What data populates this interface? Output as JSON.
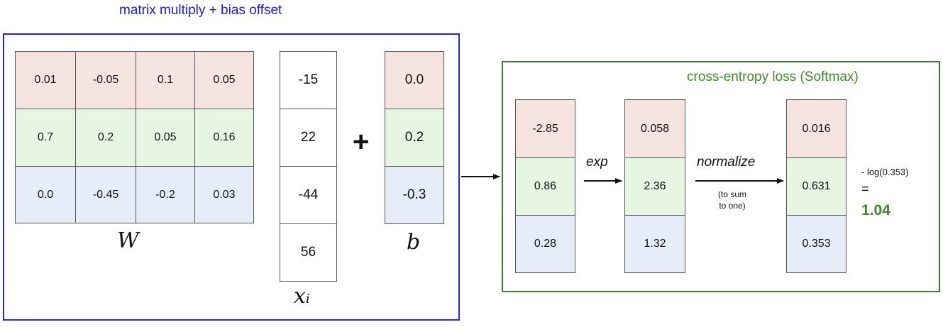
{
  "titles": {
    "left": "matrix multiply + bias offset",
    "right": "cross-entropy loss (Softmax)"
  },
  "W": {
    "label": "W",
    "rows": [
      [
        "0.01",
        "-0.05",
        "0.1",
        "0.05"
      ],
      [
        "0.7",
        "0.2",
        "0.05",
        "0.16"
      ],
      [
        "0.0",
        "-0.45",
        "-0.2",
        "0.03"
      ]
    ]
  },
  "x": {
    "label": "x",
    "subscript": "i",
    "values": [
      "-15",
      "22",
      "-44",
      "56"
    ]
  },
  "plus": "+",
  "b": {
    "label": "b",
    "values": [
      "0.0",
      "0.2",
      "-0.3"
    ]
  },
  "scores": [
    "-2.85",
    "0.86",
    "0.28"
  ],
  "exp_label": "exp",
  "exp_values": [
    "0.058",
    "2.36",
    "1.32"
  ],
  "normalize_label": "normalize",
  "normalize_note": [
    "(to sum",
    "to one)"
  ],
  "probs": [
    "0.016",
    "0.631",
    "0.353"
  ],
  "loss": {
    "expression": "- log(0.353)",
    "equals": "=",
    "value": "1.04"
  },
  "colors": {
    "left_box": "#2525e6",
    "right_box": "#3f7a30",
    "row0": "#f6e4e1",
    "row1": "#e7f6e3",
    "row2": "#e6ecf8",
    "loss_value": "#3d8a2a"
  }
}
